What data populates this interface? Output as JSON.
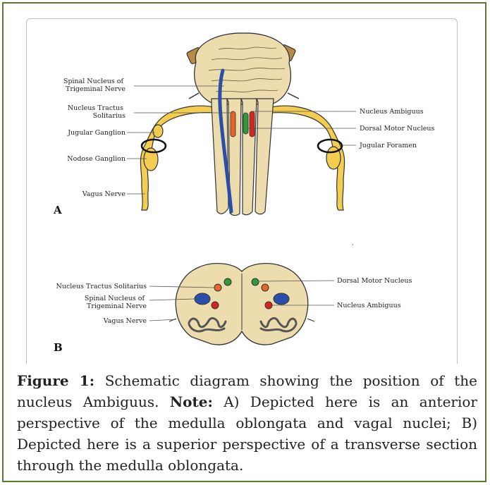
{
  "panel_a": {
    "label": "A",
    "left_labels": [
      "Spinal Nucleus of|Trigeminal Nerve",
      "Nucleus Tractus|Solitarius",
      "Jugular Ganglion",
      "Nodose Ganglion",
      "Vagus Nerve"
    ],
    "right_labels": [
      "Nucleus Ambiguus",
      "Dorsal Motor Nucleus",
      "Jugular Foramen"
    ]
  },
  "panel_b": {
    "label": "B",
    "left_labels": [
      "Nucleus Tractus Solitarius",
      "Spinal Nucleus of|Trigeminal Nerve",
      "Vagus Nerve"
    ],
    "right_labels": [
      "Dorsal Motor Nucleus",
      "Nucleus Ambiguus"
    ]
  },
  "caption": {
    "figure_label": "Figure 1:",
    "text1": " Schematic diagram showing the position of the nucleus Ambiguus. ",
    "note_label": "Note:",
    "text2": " A) Depicted here is an anterior perspective of the medulla oblongata and vagal nuclei; B) Depicted here is a superior perspective of a transverse section through the medulla oblongata."
  },
  "colors": {
    "frame": "#5a7a2e",
    "brainstem": "#eddcae",
    "nerve": "#f3cd4f",
    "trigeminal": "#2b4fa8",
    "solitarius": "#e8622a",
    "ambiguus": "#d8241e",
    "dorsal_motor": "#2e9a3a"
  }
}
